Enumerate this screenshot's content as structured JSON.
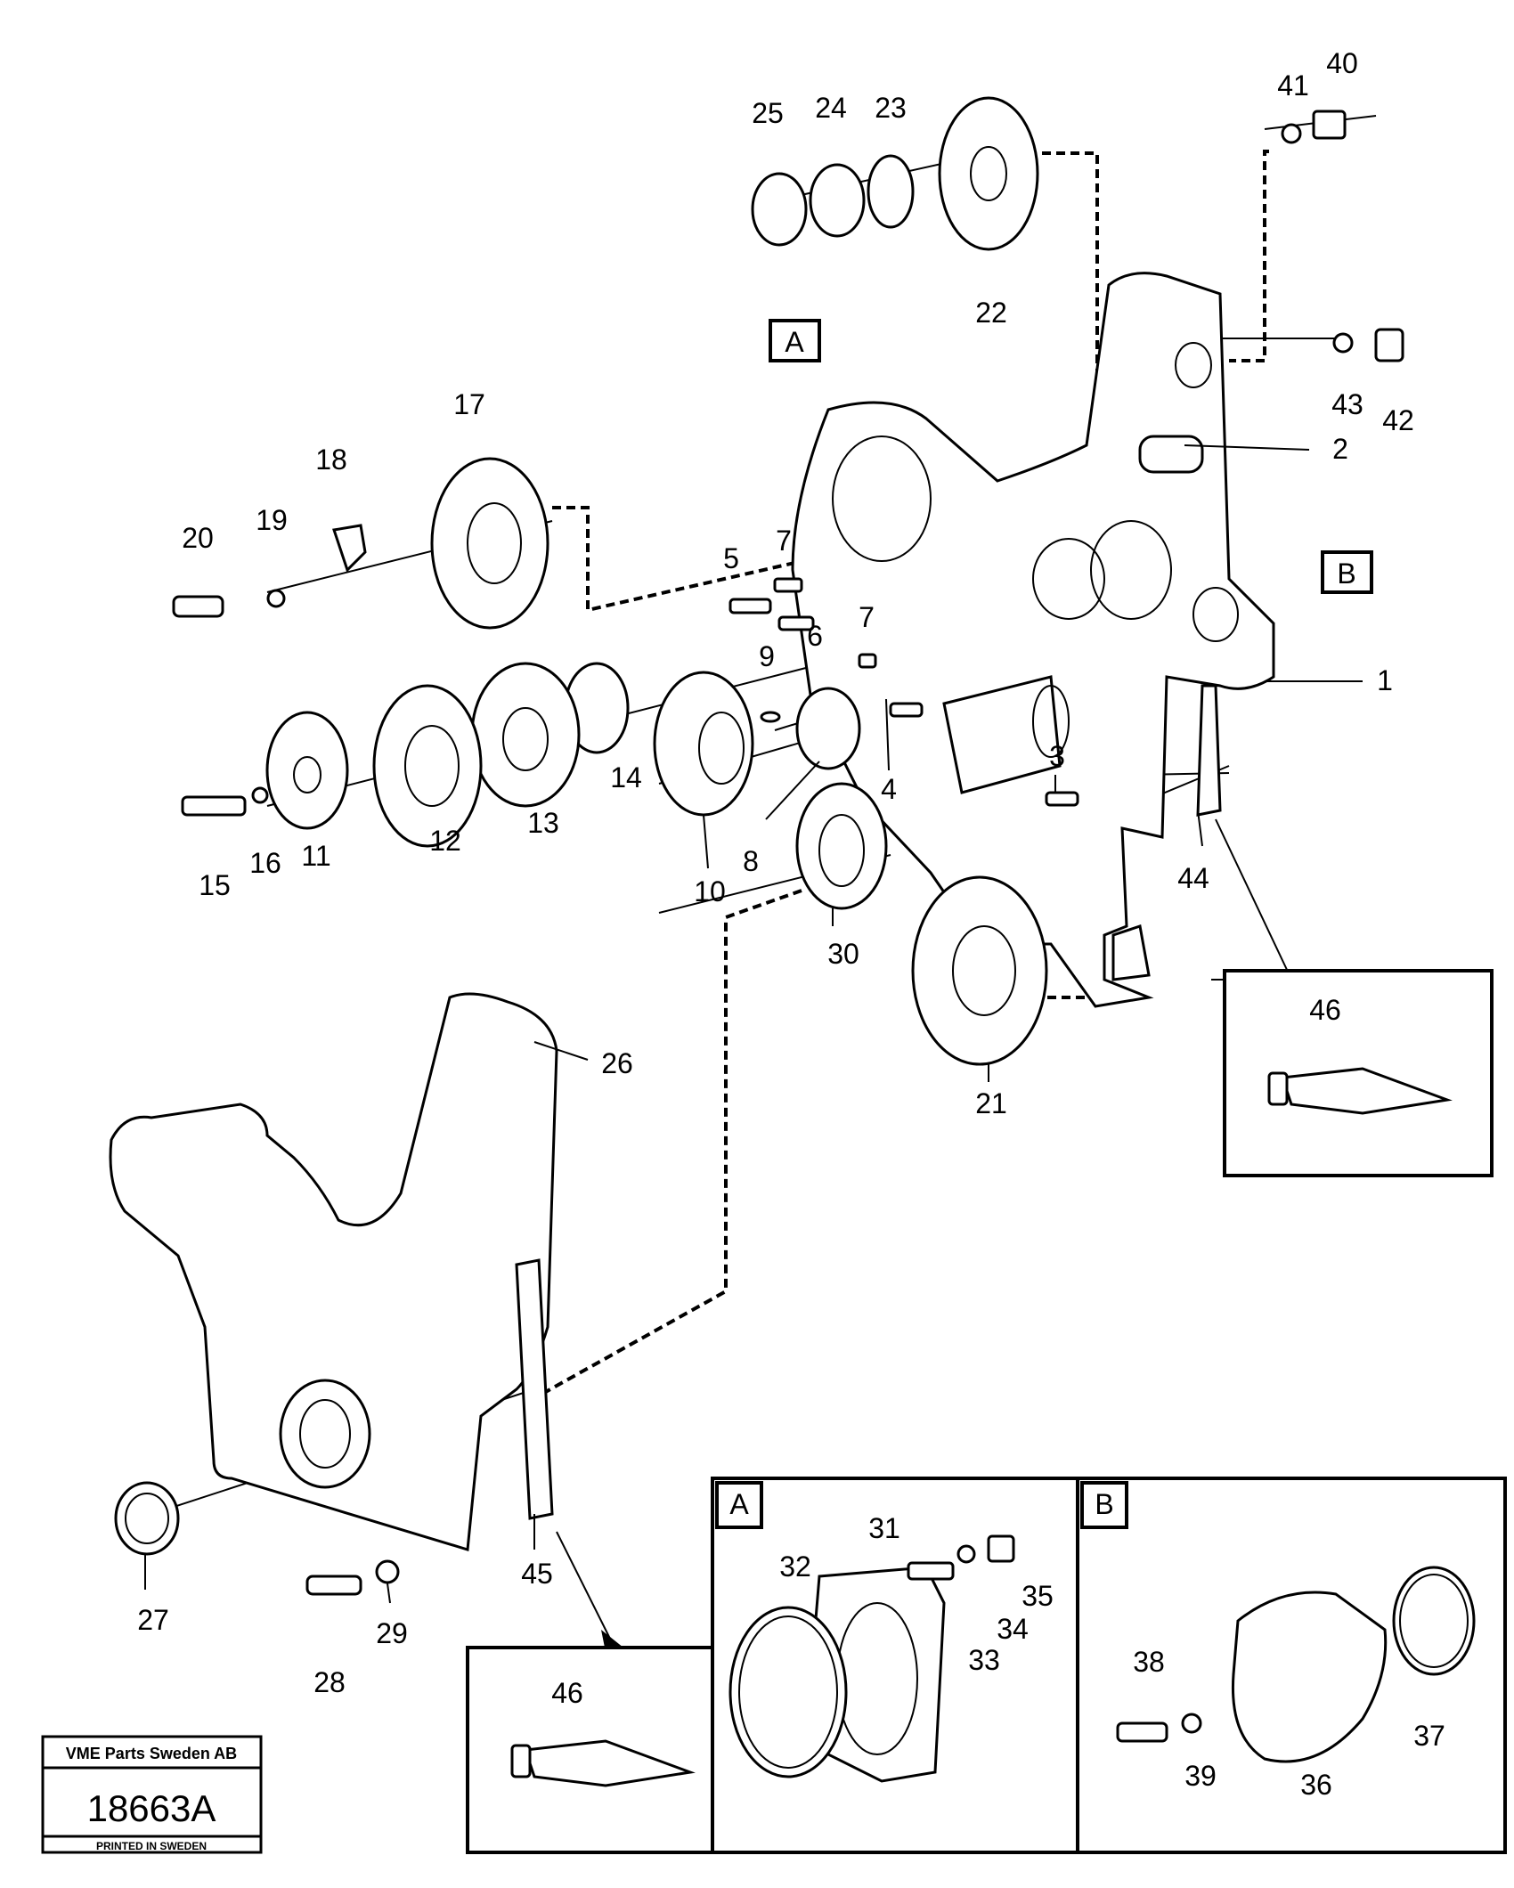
{
  "diagram": {
    "callouts": {
      "n1": "1",
      "n2": "2",
      "n3": "3",
      "n4": "4",
      "n5": "5",
      "n6": "6",
      "n7a": "7",
      "n7b": "7",
      "n8": "8",
      "n9": "9",
      "n10": "10",
      "n11": "11",
      "n12": "12",
      "n13": "13",
      "n14": "14",
      "n15": "15",
      "n16": "16",
      "n17": "17",
      "n18": "18",
      "n19": "19",
      "n20": "20",
      "n21": "21",
      "n22": "22",
      "n23": "23",
      "n24": "24",
      "n25": "25",
      "n26": "26",
      "n27": "27",
      "n28": "28",
      "n29": "29",
      "n30": "30",
      "n31": "31",
      "n32": "32",
      "n33": "33",
      "n34": "34",
      "n35": "35",
      "n36": "36",
      "n37": "37",
      "n38": "38",
      "n39": "39",
      "n40": "40",
      "n41": "41",
      "n42": "42",
      "n43": "43",
      "n44": "44",
      "n45": "45",
      "n46a": "46",
      "n46b": "46"
    },
    "view_labels": {
      "a_top": "A",
      "b_top": "B",
      "a_detail": "A",
      "b_detail": "B"
    }
  },
  "stamp": {
    "company": "VME Parts Sweden AB",
    "drawing_number": "18663A",
    "printed": "PRINTED IN SWEDEN"
  }
}
